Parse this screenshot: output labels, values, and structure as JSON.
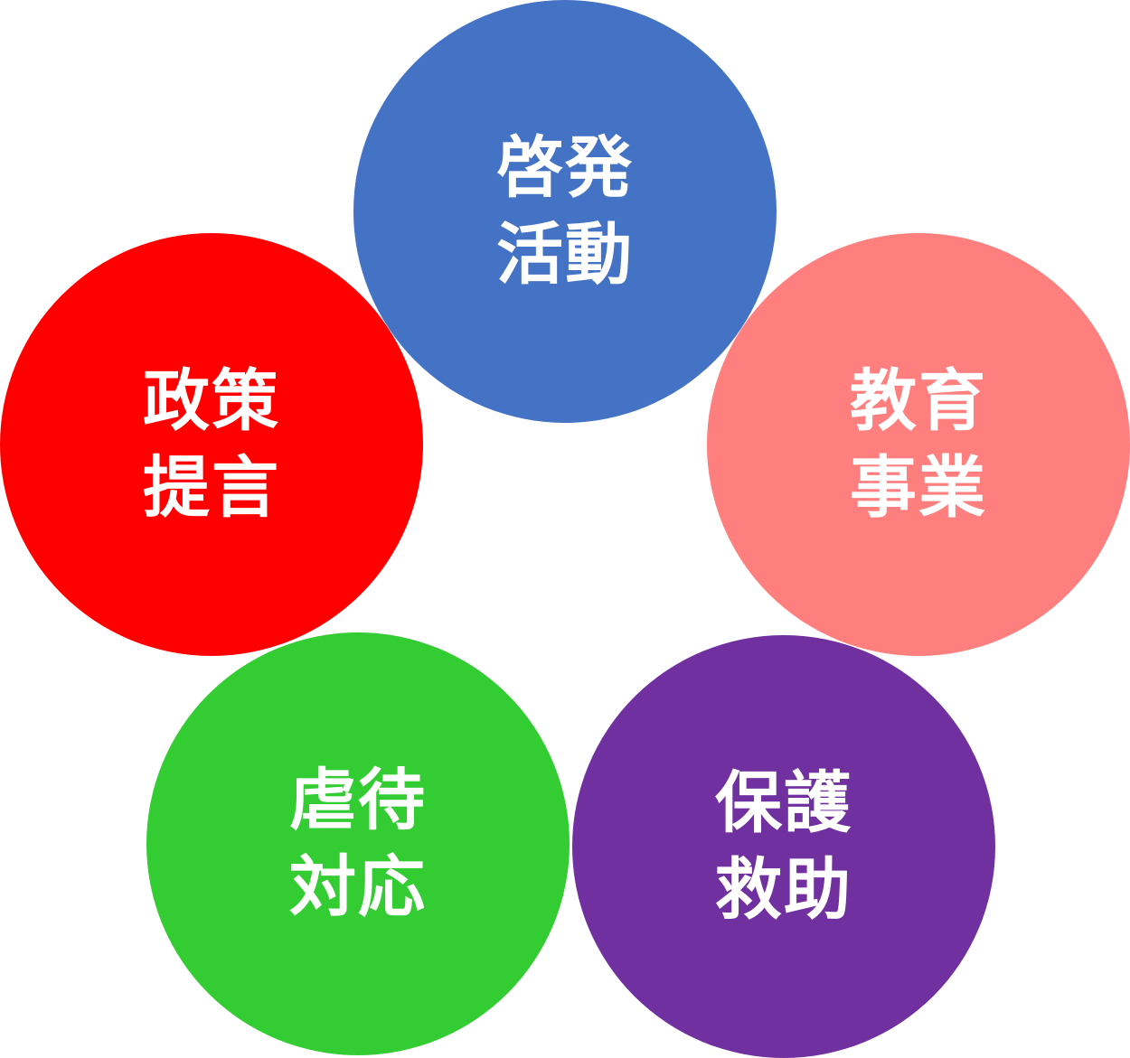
{
  "nodes": [
    {
      "id": "top",
      "line1": "啓発",
      "line2": "活動",
      "color": "#4472C4"
    },
    {
      "id": "left",
      "line1": "政策",
      "line2": "提言",
      "color": "#FF0000"
    },
    {
      "id": "right",
      "line1": "教育",
      "line2": "事業",
      "color": "#FF7F7F"
    },
    {
      "id": "bleft",
      "line1": "虐待",
      "line2": "対応",
      "color": "#33CC33"
    },
    {
      "id": "bright",
      "line1": "保護",
      "line2": "救助",
      "color": "#7030A0"
    }
  ]
}
